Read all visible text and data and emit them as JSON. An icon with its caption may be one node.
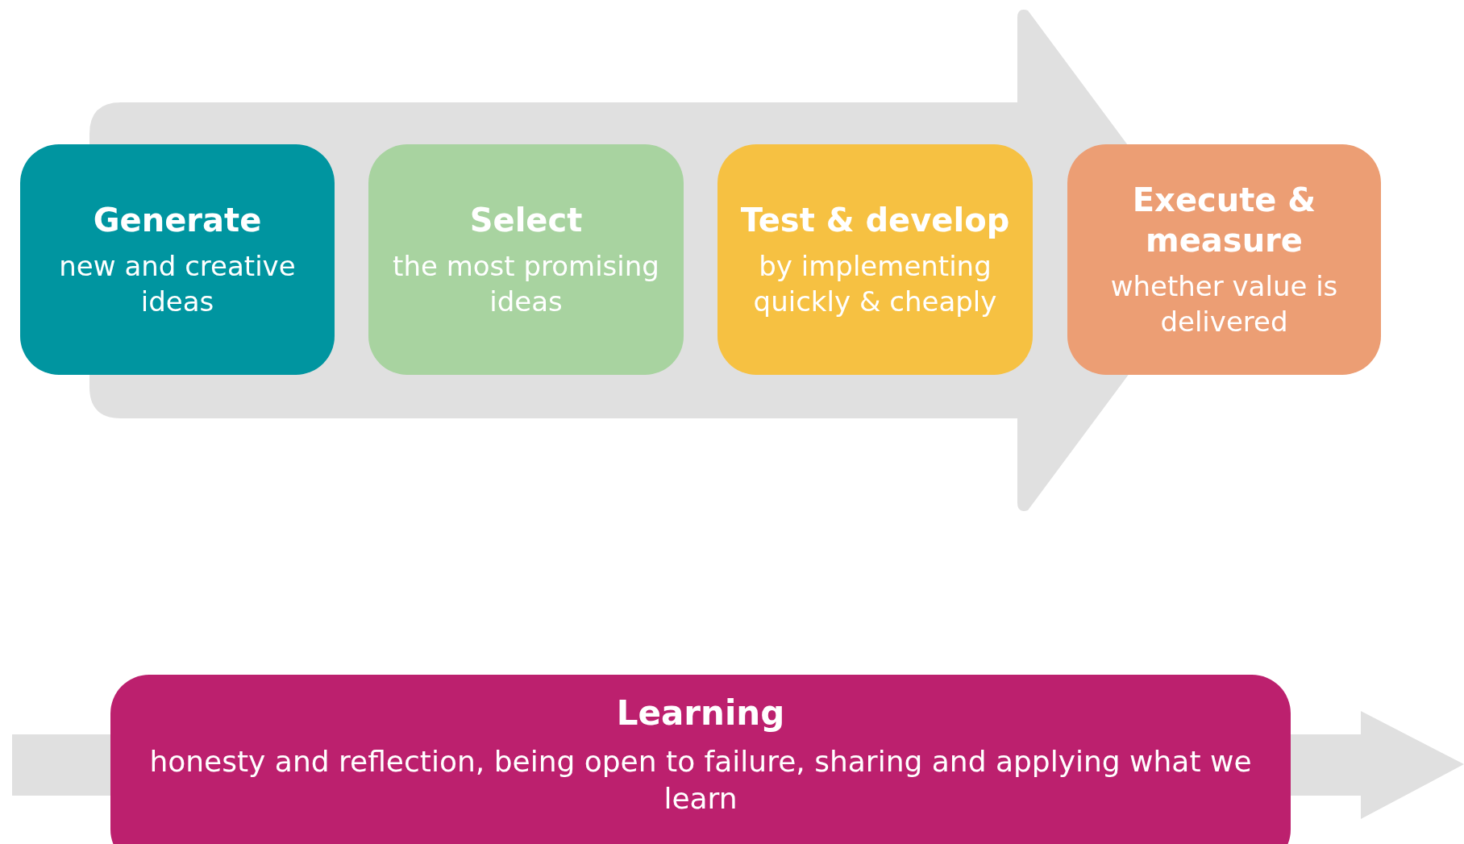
{
  "diagram": {
    "nodes": [
      {
        "text": [
          "Generate",
          "new and creative ideas"
        ]
      },
      {
        "text": [
          "Select",
          "the most promising ideas"
        ]
      },
      {
        "text": [
          "Test & develop",
          "by implementing quickly & cheaply"
        ]
      },
      {
        "text": [
          "Execute & measure",
          "whether value is delivered"
        ]
      },
      {
        "text": [
          "Learning",
          "honesty and reflection, being open to failure, sharing and applying what we learn"
        ]
      }
    ]
  }
}
